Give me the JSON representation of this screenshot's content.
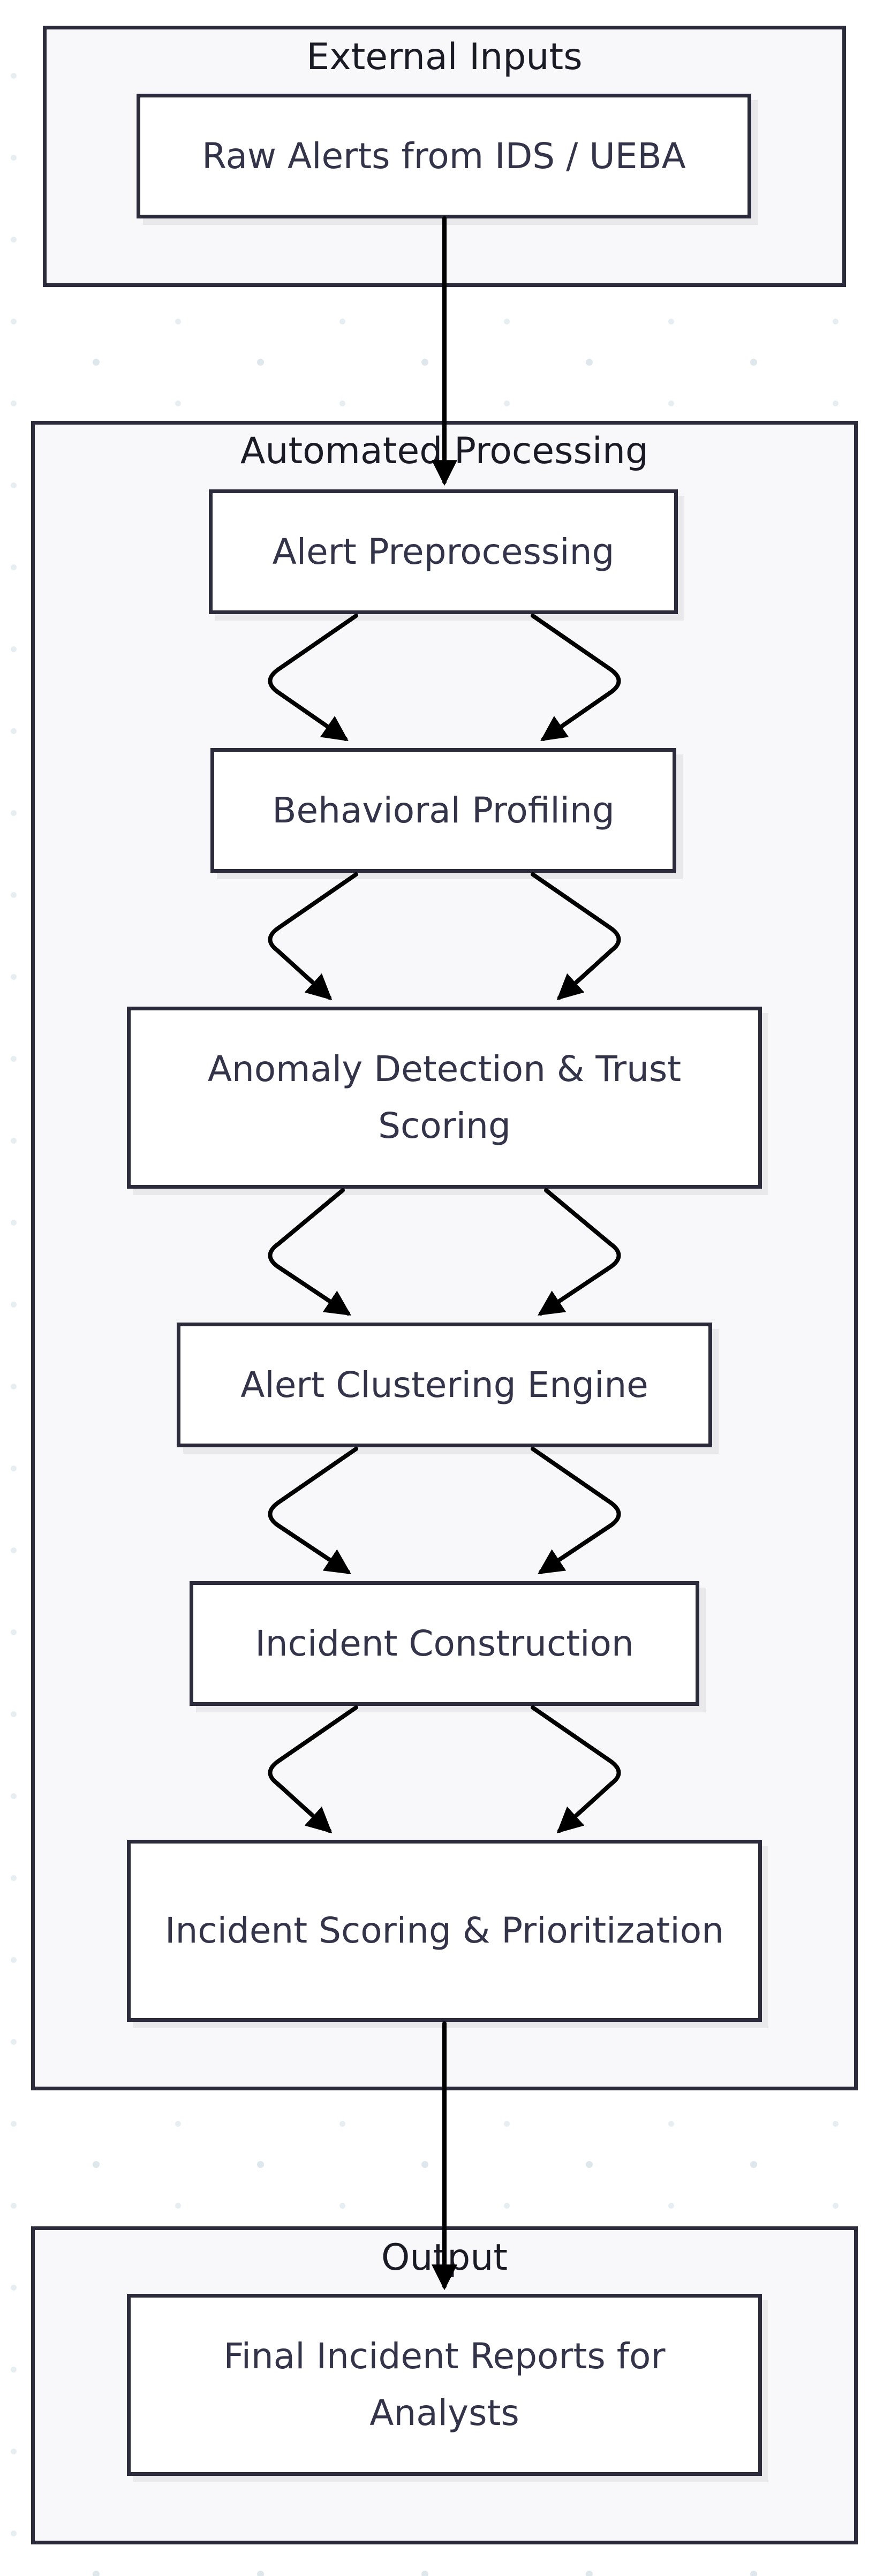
{
  "groups": {
    "external_inputs": "External Inputs",
    "automated_processing": "Automated Processing",
    "output": "Output"
  },
  "nodes": {
    "raw_alerts": "Raw Alerts from IDS / UEBA",
    "alert_preprocessing": "Alert Preprocessing",
    "behavioral_profiling": "Behavioral Profiling",
    "anomaly_detection": "Anomaly Detection & Trust Scoring",
    "alert_clustering": "Alert Clustering Engine",
    "incident_construction": "Incident Construction",
    "incident_scoring": "Incident Scoring & Prioritization",
    "final_reports": "Final Incident Reports for Analysts"
  },
  "colors": {
    "stroke": "#2b2b3b",
    "edge": "#000000",
    "group_fill": "#f8f8fb",
    "node_fill": "#ffffff",
    "text": "#33334a"
  }
}
